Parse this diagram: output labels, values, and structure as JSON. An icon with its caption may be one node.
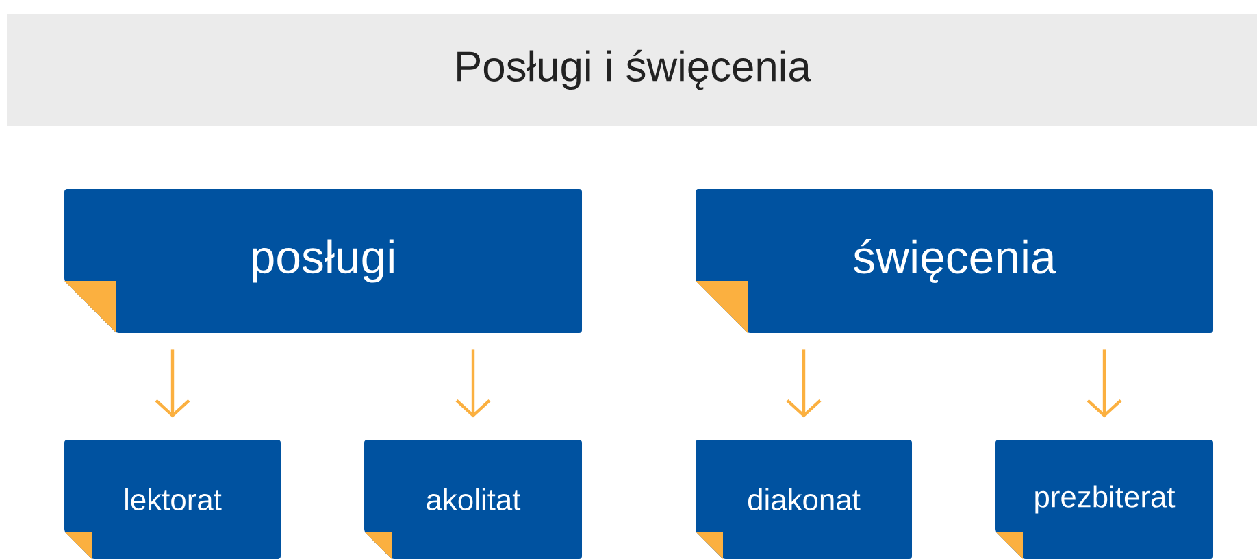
{
  "diagram": {
    "title": "Posługi i święcenia",
    "nodes": [
      {
        "text": [
          "posługi"
        ]
      },
      {
        "text": [
          "święcenia"
        ]
      },
      {
        "text": [
          "lektorat"
        ]
      },
      {
        "text": [
          "akolitat"
        ]
      },
      {
        "text": [
          "diakonat"
        ]
      },
      {
        "text": [
          "prezbiterat"
        ]
      }
    ],
    "edges": [
      {
        "from": 0,
        "to": 2,
        "arrow": "to"
      },
      {
        "from": 0,
        "to": 3,
        "arrow": "to"
      },
      {
        "from": 1,
        "to": 4,
        "arrow": "to"
      },
      {
        "from": 1,
        "to": 5,
        "arrow": "to"
      }
    ]
  }
}
